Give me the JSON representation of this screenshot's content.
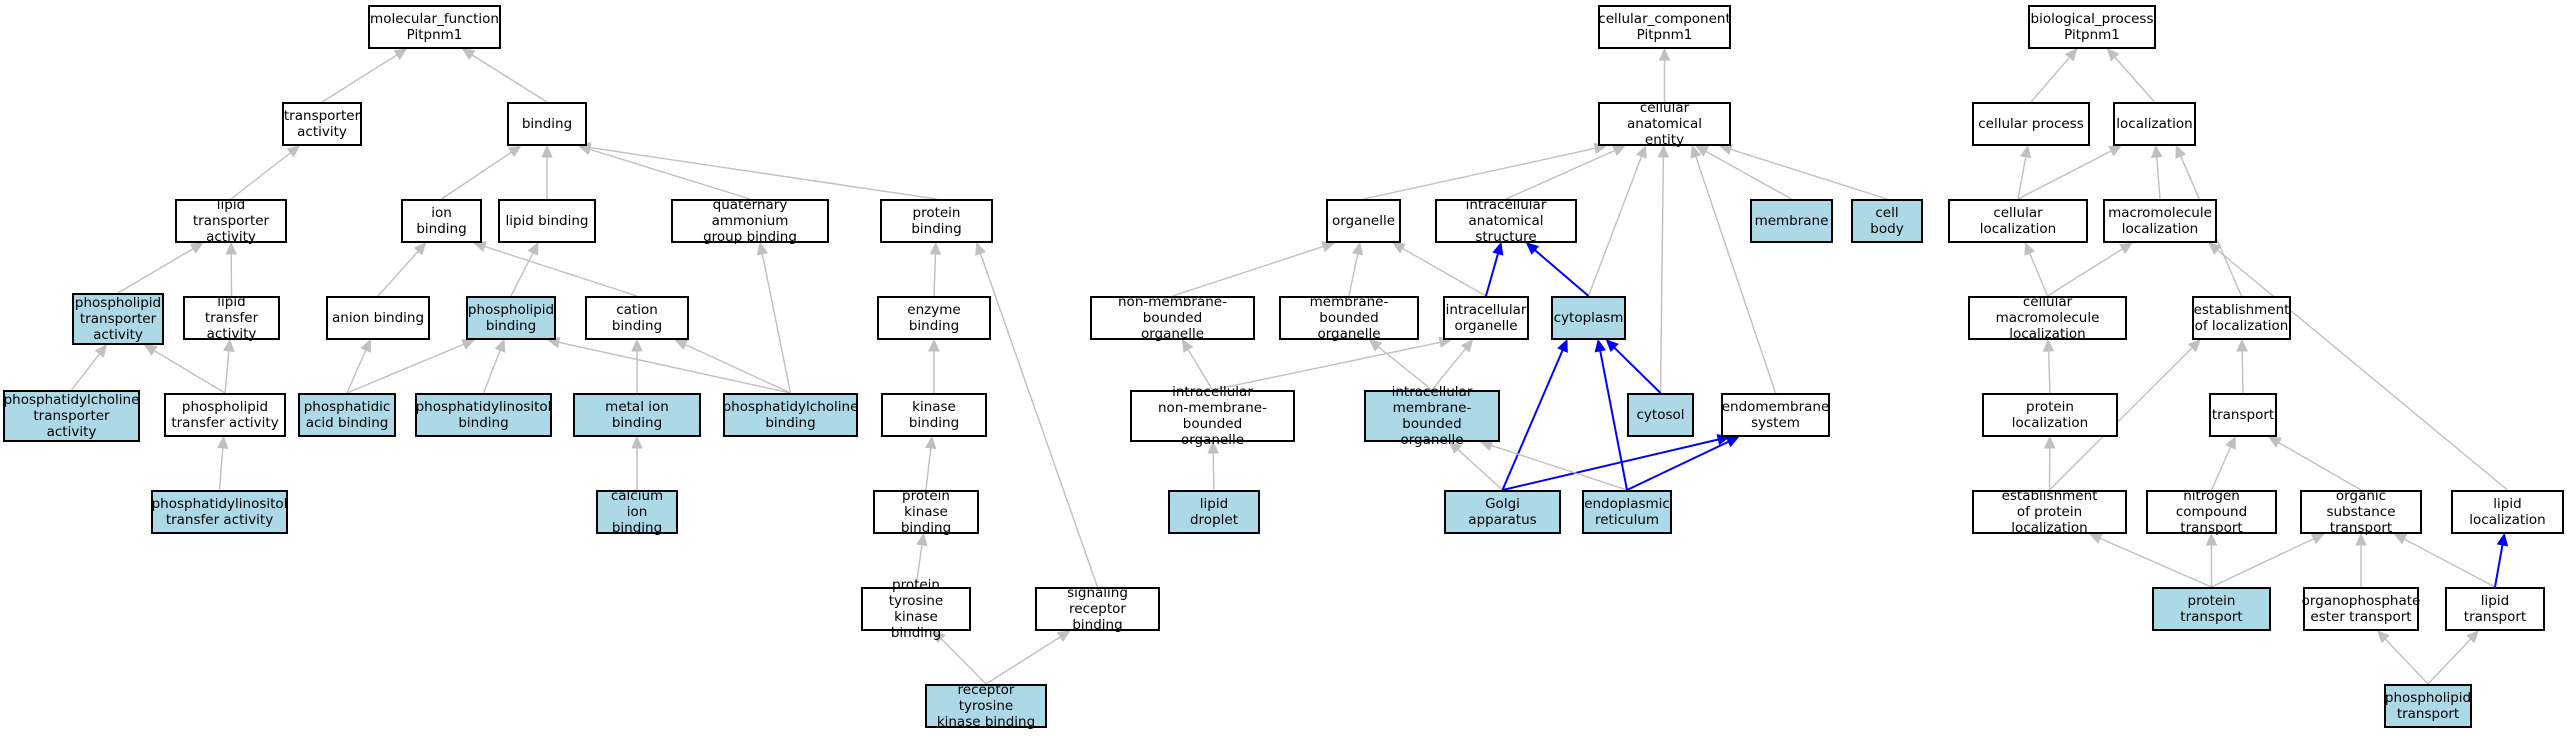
{
  "colors": {
    "highlight": "#add8e6",
    "edge": "#c0c0c0",
    "edge_emphasis": "#0000ff",
    "border": "#000000",
    "background": "#ffffff"
  },
  "nodes": [
    {
      "id": "mf_root",
      "label": "molecular_function\nPitpnm1",
      "highlighted": false
    },
    {
      "id": "transporter_activity",
      "label": "transporter\nactivity",
      "highlighted": false
    },
    {
      "id": "binding",
      "label": "binding",
      "highlighted": false
    },
    {
      "id": "lipid_transporter_activity",
      "label": "lipid transporter\nactivity",
      "highlighted": false
    },
    {
      "id": "ion_binding",
      "label": "ion binding",
      "highlighted": false
    },
    {
      "id": "lipid_binding",
      "label": "lipid binding",
      "highlighted": false
    },
    {
      "id": "quaternary_ammonium",
      "label": "quaternary ammonium\ngroup binding",
      "highlighted": false
    },
    {
      "id": "protein_binding",
      "label": "protein binding",
      "highlighted": false
    },
    {
      "id": "phospholipid_transporter_activity",
      "label": "phospholipid\ntransporter\nactivity",
      "highlighted": true
    },
    {
      "id": "lipid_transfer_activity",
      "label": "lipid transfer\nactivity",
      "highlighted": false
    },
    {
      "id": "anion_binding",
      "label": "anion binding",
      "highlighted": false
    },
    {
      "id": "phospholipid_binding",
      "label": "phospholipid\nbinding",
      "highlighted": true
    },
    {
      "id": "cation_binding",
      "label": "cation binding",
      "highlighted": false
    },
    {
      "id": "enzyme_binding",
      "label": "enzyme binding",
      "highlighted": false
    },
    {
      "id": "pc_transporter_activity",
      "label": "phosphatidylcholine\ntransporter\nactivity",
      "highlighted": true
    },
    {
      "id": "phospholipid_transfer_activity",
      "label": "phospholipid\ntransfer activity",
      "highlighted": false
    },
    {
      "id": "phosphatidic_acid_binding",
      "label": "phosphatidic\nacid binding",
      "highlighted": true
    },
    {
      "id": "pi_binding",
      "label": "phosphatidylinositol\nbinding",
      "highlighted": true
    },
    {
      "id": "metal_ion_binding",
      "label": "metal ion binding",
      "highlighted": true
    },
    {
      "id": "pc_binding",
      "label": "phosphatidylcholine\nbinding",
      "highlighted": true
    },
    {
      "id": "kinase_binding",
      "label": "kinase binding",
      "highlighted": false
    },
    {
      "id": "pi_transfer_activity",
      "label": "phosphatidylinositol\ntransfer activity",
      "highlighted": true
    },
    {
      "id": "calcium_ion_binding",
      "label": "calcium ion\nbinding",
      "highlighted": true
    },
    {
      "id": "protein_kinase_binding",
      "label": "protein kinase\nbinding",
      "highlighted": false
    },
    {
      "id": "ptk_binding",
      "label": "protein tyrosine\nkinase binding",
      "highlighted": false
    },
    {
      "id": "signaling_receptor_binding",
      "label": "signaling receptor\nbinding",
      "highlighted": false
    },
    {
      "id": "rtk_binding",
      "label": "receptor tyrosine\nkinase binding",
      "highlighted": true
    },
    {
      "id": "cc_root",
      "label": "cellular_component\nPitpnm1",
      "highlighted": false
    },
    {
      "id": "cae",
      "label": "cellular anatomical\nentity",
      "highlighted": false
    },
    {
      "id": "organelle",
      "label": "organelle",
      "highlighted": false
    },
    {
      "id": "ias",
      "label": "intracellular\nanatomical structure",
      "highlighted": false
    },
    {
      "id": "membrane",
      "label": "membrane",
      "highlighted": true
    },
    {
      "id": "cell_body",
      "label": "cell body",
      "highlighted": true
    },
    {
      "id": "nmbo",
      "label": "non-membrane-bounded\norganelle",
      "highlighted": false
    },
    {
      "id": "mbo",
      "label": "membrane-bounded\norganelle",
      "highlighted": false
    },
    {
      "id": "intracellular_organelle",
      "label": "intracellular\norganelle",
      "highlighted": false
    },
    {
      "id": "cytoplasm",
      "label": "cytoplasm",
      "highlighted": true
    },
    {
      "id": "inmbo",
      "label": "intracellular\nnon-membrane-bounded\norganelle",
      "highlighted": false
    },
    {
      "id": "imbo",
      "label": "intracellular\nmembrane-bounded\norganelle",
      "highlighted": true
    },
    {
      "id": "cytosol",
      "label": "cytosol",
      "highlighted": true
    },
    {
      "id": "endomembrane",
      "label": "endomembrane\nsystem",
      "highlighted": false
    },
    {
      "id": "lipid_droplet",
      "label": "lipid droplet",
      "highlighted": true
    },
    {
      "id": "golgi",
      "label": "Golgi apparatus",
      "highlighted": true
    },
    {
      "id": "er",
      "label": "endoplasmic\nreticulum",
      "highlighted": true
    },
    {
      "id": "bp_root",
      "label": "biological_process\nPitpnm1",
      "highlighted": false
    },
    {
      "id": "cellular_process",
      "label": "cellular process",
      "highlighted": false
    },
    {
      "id": "localization",
      "label": "localization",
      "highlighted": false
    },
    {
      "id": "cellular_localization",
      "label": "cellular localization",
      "highlighted": false
    },
    {
      "id": "macromolecule_localization",
      "label": "macromolecule\nlocalization",
      "highlighted": false
    },
    {
      "id": "cm_localization",
      "label": "cellular macromolecule\nlocalization",
      "highlighted": false
    },
    {
      "id": "establishment_localization",
      "label": "establishment\nof localization",
      "highlighted": false
    },
    {
      "id": "protein_localization",
      "label": "protein localization",
      "highlighted": false
    },
    {
      "id": "transport",
      "label": "transport",
      "highlighted": false
    },
    {
      "id": "est_protein_localization",
      "label": "establishment\nof protein localization",
      "highlighted": false
    },
    {
      "id": "nitrogen_compound_transport",
      "label": "nitrogen compound\ntransport",
      "highlighted": false
    },
    {
      "id": "organic_substance_transport",
      "label": "organic substance\ntransport",
      "highlighted": false
    },
    {
      "id": "lipid_localization",
      "label": "lipid localization",
      "highlighted": false
    },
    {
      "id": "protein_transport",
      "label": "protein transport",
      "highlighted": true
    },
    {
      "id": "organophosphate_ester_transport",
      "label": "organophosphate\nester transport",
      "highlighted": false
    },
    {
      "id": "lipid_transport",
      "label": "lipid transport",
      "highlighted": false
    },
    {
      "id": "phospholipid_transport",
      "label": "phospholipid\ntransport",
      "highlighted": true
    }
  ],
  "edges": [
    {
      "from": "transporter_activity",
      "to": "mf_root",
      "emphasis": false
    },
    {
      "from": "binding",
      "to": "mf_root",
      "emphasis": false
    },
    {
      "from": "lipid_transporter_activity",
      "to": "transporter_activity",
      "emphasis": false
    },
    {
      "from": "ion_binding",
      "to": "binding",
      "emphasis": false
    },
    {
      "from": "lipid_binding",
      "to": "binding",
      "emphasis": false
    },
    {
      "from": "quaternary_ammonium",
      "to": "binding",
      "emphasis": false
    },
    {
      "from": "protein_binding",
      "to": "binding",
      "emphasis": false
    },
    {
      "from": "phospholipid_transporter_activity",
      "to": "lipid_transporter_activity",
      "emphasis": false
    },
    {
      "from": "lipid_transfer_activity",
      "to": "lipid_transporter_activity",
      "emphasis": false
    },
    {
      "from": "anion_binding",
      "to": "ion_binding",
      "emphasis": false
    },
    {
      "from": "cation_binding",
      "to": "ion_binding",
      "emphasis": false
    },
    {
      "from": "phospholipid_binding",
      "to": "lipid_binding",
      "emphasis": false
    },
    {
      "from": "enzyme_binding",
      "to": "protein_binding",
      "emphasis": false
    },
    {
      "from": "pc_transporter_activity",
      "to": "phospholipid_transporter_activity",
      "emphasis": false
    },
    {
      "from": "phospholipid_transfer_activity",
      "to": "phospholipid_transporter_activity",
      "emphasis": false
    },
    {
      "from": "phospholipid_transfer_activity",
      "to": "lipid_transfer_activity",
      "emphasis": false
    },
    {
      "from": "phosphatidic_acid_binding",
      "to": "anion_binding",
      "emphasis": false
    },
    {
      "from": "phosphatidic_acid_binding",
      "to": "phospholipid_binding",
      "emphasis": false
    },
    {
      "from": "pi_binding",
      "to": "phospholipid_binding",
      "emphasis": false
    },
    {
      "from": "metal_ion_binding",
      "to": "cation_binding",
      "emphasis": false
    },
    {
      "from": "pc_binding",
      "to": "phospholipid_binding",
      "emphasis": false
    },
    {
      "from": "pc_binding",
      "to": "cation_binding",
      "emphasis": false
    },
    {
      "from": "pc_binding",
      "to": "quaternary_ammonium",
      "emphasis": false
    },
    {
      "from": "kinase_binding",
      "to": "enzyme_binding",
      "emphasis": false
    },
    {
      "from": "pi_transfer_activity",
      "to": "phospholipid_transfer_activity",
      "emphasis": false
    },
    {
      "from": "calcium_ion_binding",
      "to": "metal_ion_binding",
      "emphasis": false
    },
    {
      "from": "protein_kinase_binding",
      "to": "kinase_binding",
      "emphasis": false
    },
    {
      "from": "ptk_binding",
      "to": "protein_kinase_binding",
      "emphasis": false
    },
    {
      "from": "signaling_receptor_binding",
      "to": "protein_binding",
      "emphasis": false
    },
    {
      "from": "rtk_binding",
      "to": "ptk_binding",
      "emphasis": false
    },
    {
      "from": "rtk_binding",
      "to": "signaling_receptor_binding",
      "emphasis": false
    },
    {
      "from": "cae",
      "to": "cc_root",
      "emphasis": false
    },
    {
      "from": "organelle",
      "to": "cae",
      "emphasis": false
    },
    {
      "from": "ias",
      "to": "cae",
      "emphasis": false
    },
    {
      "from": "membrane",
      "to": "cae",
      "emphasis": false
    },
    {
      "from": "cell_body",
      "to": "cae",
      "emphasis": false
    },
    {
      "from": "cytoplasm",
      "to": "cae",
      "emphasis": false
    },
    {
      "from": "cytosol",
      "to": "cae",
      "emphasis": false
    },
    {
      "from": "endomembrane",
      "to": "cae",
      "emphasis": false
    },
    {
      "from": "nmbo",
      "to": "organelle",
      "emphasis": false
    },
    {
      "from": "mbo",
      "to": "organelle",
      "emphasis": false
    },
    {
      "from": "intracellular_organelle",
      "to": "organelle",
      "emphasis": false
    },
    {
      "from": "intracellular_organelle",
      "to": "ias",
      "emphasis": true
    },
    {
      "from": "cytoplasm",
      "to": "ias",
      "emphasis": true
    },
    {
      "from": "inmbo",
      "to": "nmbo",
      "emphasis": false
    },
    {
      "from": "inmbo",
      "to": "intracellular_organelle",
      "emphasis": false
    },
    {
      "from": "imbo",
      "to": "mbo",
      "emphasis": false
    },
    {
      "from": "imbo",
      "to": "intracellular_organelle",
      "emphasis": false
    },
    {
      "from": "cytosol",
      "to": "cytoplasm",
      "emphasis": true
    },
    {
      "from": "lipid_droplet",
      "to": "inmbo",
      "emphasis": false
    },
    {
      "from": "golgi",
      "to": "imbo",
      "emphasis": false
    },
    {
      "from": "golgi",
      "to": "cytoplasm",
      "emphasis": true
    },
    {
      "from": "golgi",
      "to": "endomembrane",
      "emphasis": true
    },
    {
      "from": "er",
      "to": "imbo",
      "emphasis": false
    },
    {
      "from": "er",
      "to": "cytoplasm",
      "emphasis": true
    },
    {
      "from": "er",
      "to": "endomembrane",
      "emphasis": true
    },
    {
      "from": "cellular_process",
      "to": "bp_root",
      "emphasis": false
    },
    {
      "from": "localization",
      "to": "bp_root",
      "emphasis": false
    },
    {
      "from": "cellular_localization",
      "to": "cellular_process",
      "emphasis": false
    },
    {
      "from": "cellular_localization",
      "to": "localization",
      "emphasis": false
    },
    {
      "from": "macromolecule_localization",
      "to": "localization",
      "emphasis": false
    },
    {
      "from": "establishment_localization",
      "to": "localization",
      "emphasis": false
    },
    {
      "from": "cm_localization",
      "to": "cellular_localization",
      "emphasis": false
    },
    {
      "from": "cm_localization",
      "to": "macromolecule_localization",
      "emphasis": false
    },
    {
      "from": "protein_localization",
      "to": "cm_localization",
      "emphasis": false
    },
    {
      "from": "transport",
      "to": "establishment_localization",
      "emphasis": false
    },
    {
      "from": "lipid_localization",
      "to": "macromolecule_localization",
      "emphasis": false
    },
    {
      "from": "est_protein_localization",
      "to": "protein_localization",
      "emphasis": false
    },
    {
      "from": "est_protein_localization",
      "to": "establishment_localization",
      "emphasis": false
    },
    {
      "from": "nitrogen_compound_transport",
      "to": "transport",
      "emphasis": false
    },
    {
      "from": "organic_substance_transport",
      "to": "transport",
      "emphasis": false
    },
    {
      "from": "protein_transport",
      "to": "est_protein_localization",
      "emphasis": false
    },
    {
      "from": "protein_transport",
      "to": "nitrogen_compound_transport",
      "emphasis": false
    },
    {
      "from": "protein_transport",
      "to": "organic_substance_transport",
      "emphasis": false
    },
    {
      "from": "organophosphate_ester_transport",
      "to": "organic_substance_transport",
      "emphasis": false
    },
    {
      "from": "lipid_transport",
      "to": "organic_substance_transport",
      "emphasis": false
    },
    {
      "from": "lipid_transport",
      "to": "lipid_localization",
      "emphasis": true
    },
    {
      "from": "phospholipid_transport",
      "to": "organophosphate_ester_transport",
      "emphasis": false
    },
    {
      "from": "phospholipid_transport",
      "to": "lipid_transport",
      "emphasis": false
    }
  ]
}
